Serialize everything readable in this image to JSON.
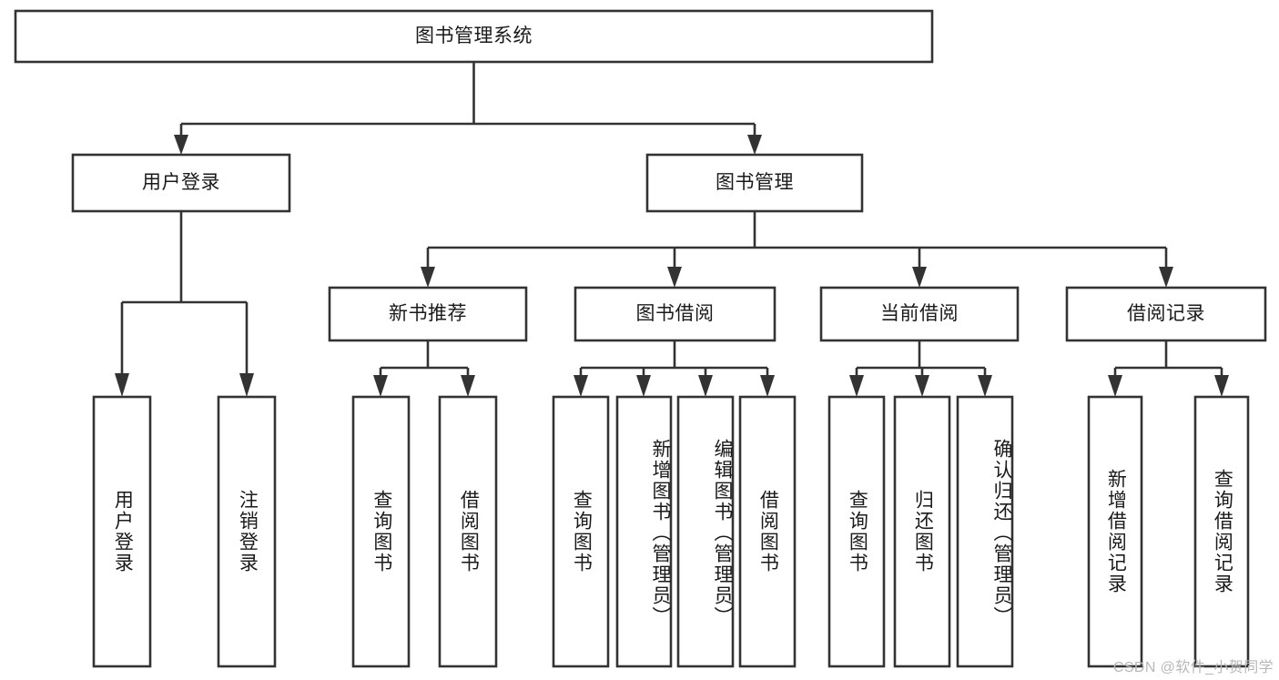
{
  "diagram": {
    "type": "tree-hierarchy-chart",
    "title": "图书管理系统",
    "watermark": "CSDN @软件_小贺同学",
    "colors": {
      "box_stroke": "#333333",
      "box_fill": "#ffffff",
      "text": "#1a1a1a",
      "background": "#ffffff",
      "watermark": "#b8b8b8"
    },
    "nodes": {
      "root": {
        "label": "图书管理系统",
        "level": 1,
        "orientation": "horizontal"
      },
      "l2": [
        {
          "label": "用户登录",
          "level": 2,
          "orientation": "horizontal"
        },
        {
          "label": "图书管理",
          "level": 2,
          "orientation": "horizontal"
        }
      ],
      "l3": [
        {
          "label": "新书推荐",
          "level": 3,
          "orientation": "horizontal"
        },
        {
          "label": "图书借阅",
          "level": 3,
          "orientation": "horizontal"
        },
        {
          "label": "当前借阅",
          "level": 3,
          "orientation": "horizontal"
        },
        {
          "label": "借阅记录",
          "level": 3,
          "orientation": "horizontal"
        }
      ],
      "leaves": [
        {
          "label": "用户登录",
          "parent": "用户登录",
          "orientation": "vertical"
        },
        {
          "label": "注销登录",
          "parent": "用户登录",
          "orientation": "vertical"
        },
        {
          "label": "查询图书",
          "parent": "新书推荐",
          "orientation": "vertical"
        },
        {
          "label": "借阅图书",
          "parent": "新书推荐",
          "orientation": "vertical"
        },
        {
          "label": "查询图书",
          "parent": "图书借阅",
          "orientation": "vertical"
        },
        {
          "label": "新增图书（管理员）",
          "parent": "图书借阅",
          "orientation": "vertical"
        },
        {
          "label": "编辑图书（管理员）",
          "parent": "图书借阅",
          "orientation": "vertical"
        },
        {
          "label": "借阅图书",
          "parent": "图书借阅",
          "orientation": "vertical"
        },
        {
          "label": "查询图书",
          "parent": "当前借阅",
          "orientation": "vertical"
        },
        {
          "label": "归还图书",
          "parent": "当前借阅",
          "orientation": "vertical"
        },
        {
          "label": "确认归还（管理员）",
          "parent": "当前借阅",
          "orientation": "vertical"
        },
        {
          "label": "新增借阅记录",
          "parent": "借阅记录",
          "orientation": "vertical"
        },
        {
          "label": "查询借阅记录",
          "parent": "借阅记录",
          "orientation": "vertical"
        }
      ]
    }
  }
}
